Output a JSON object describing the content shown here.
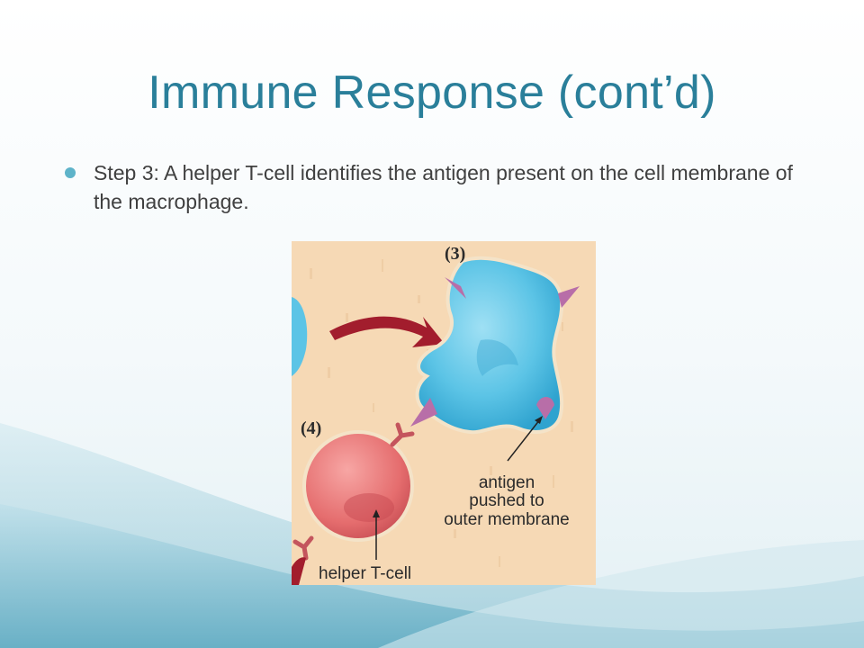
{
  "slide": {
    "title": "Immune Response (cont’d)",
    "bullets": [
      "Step 3: A helper T-cell identifies the antigen present on the cell membrane of the macrophage."
    ]
  },
  "figure": {
    "step_3_label": "(3)",
    "step_4_label": "(4)",
    "antigen_label": [
      "antigen",
      "pushed to",
      "outer membrane"
    ],
    "helper_label": "helper T-cell"
  },
  "colors": {
    "title": "#2a7f9a",
    "bullet": "#5eb3c9",
    "body_text": "#404040",
    "figure_background": "#f6d9b5",
    "macrophage": "#5cc4e6",
    "antigen": "#b86ea8",
    "helper_cell": "#e56d6e",
    "arrow": "#a21d2d"
  }
}
